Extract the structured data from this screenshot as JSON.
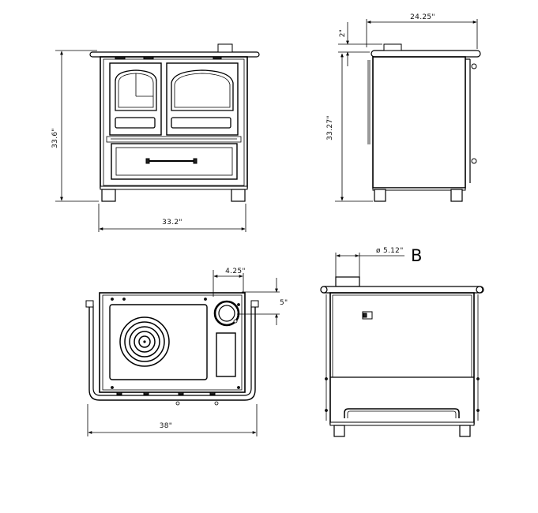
{
  "views": {
    "front": {
      "height_label": "33.6\"",
      "width_label": "33.2\""
    },
    "side": {
      "depth_label": "24.25\"",
      "offset_label": "2\"",
      "height_label": "33.27\""
    },
    "top": {
      "flue_offset_label": "4.25\"",
      "flue_depth_label": "5\"",
      "width_label": "38\""
    },
    "rear": {
      "flue_diameter_label": "ø 5.12\"",
      "view_letter": "B"
    }
  }
}
